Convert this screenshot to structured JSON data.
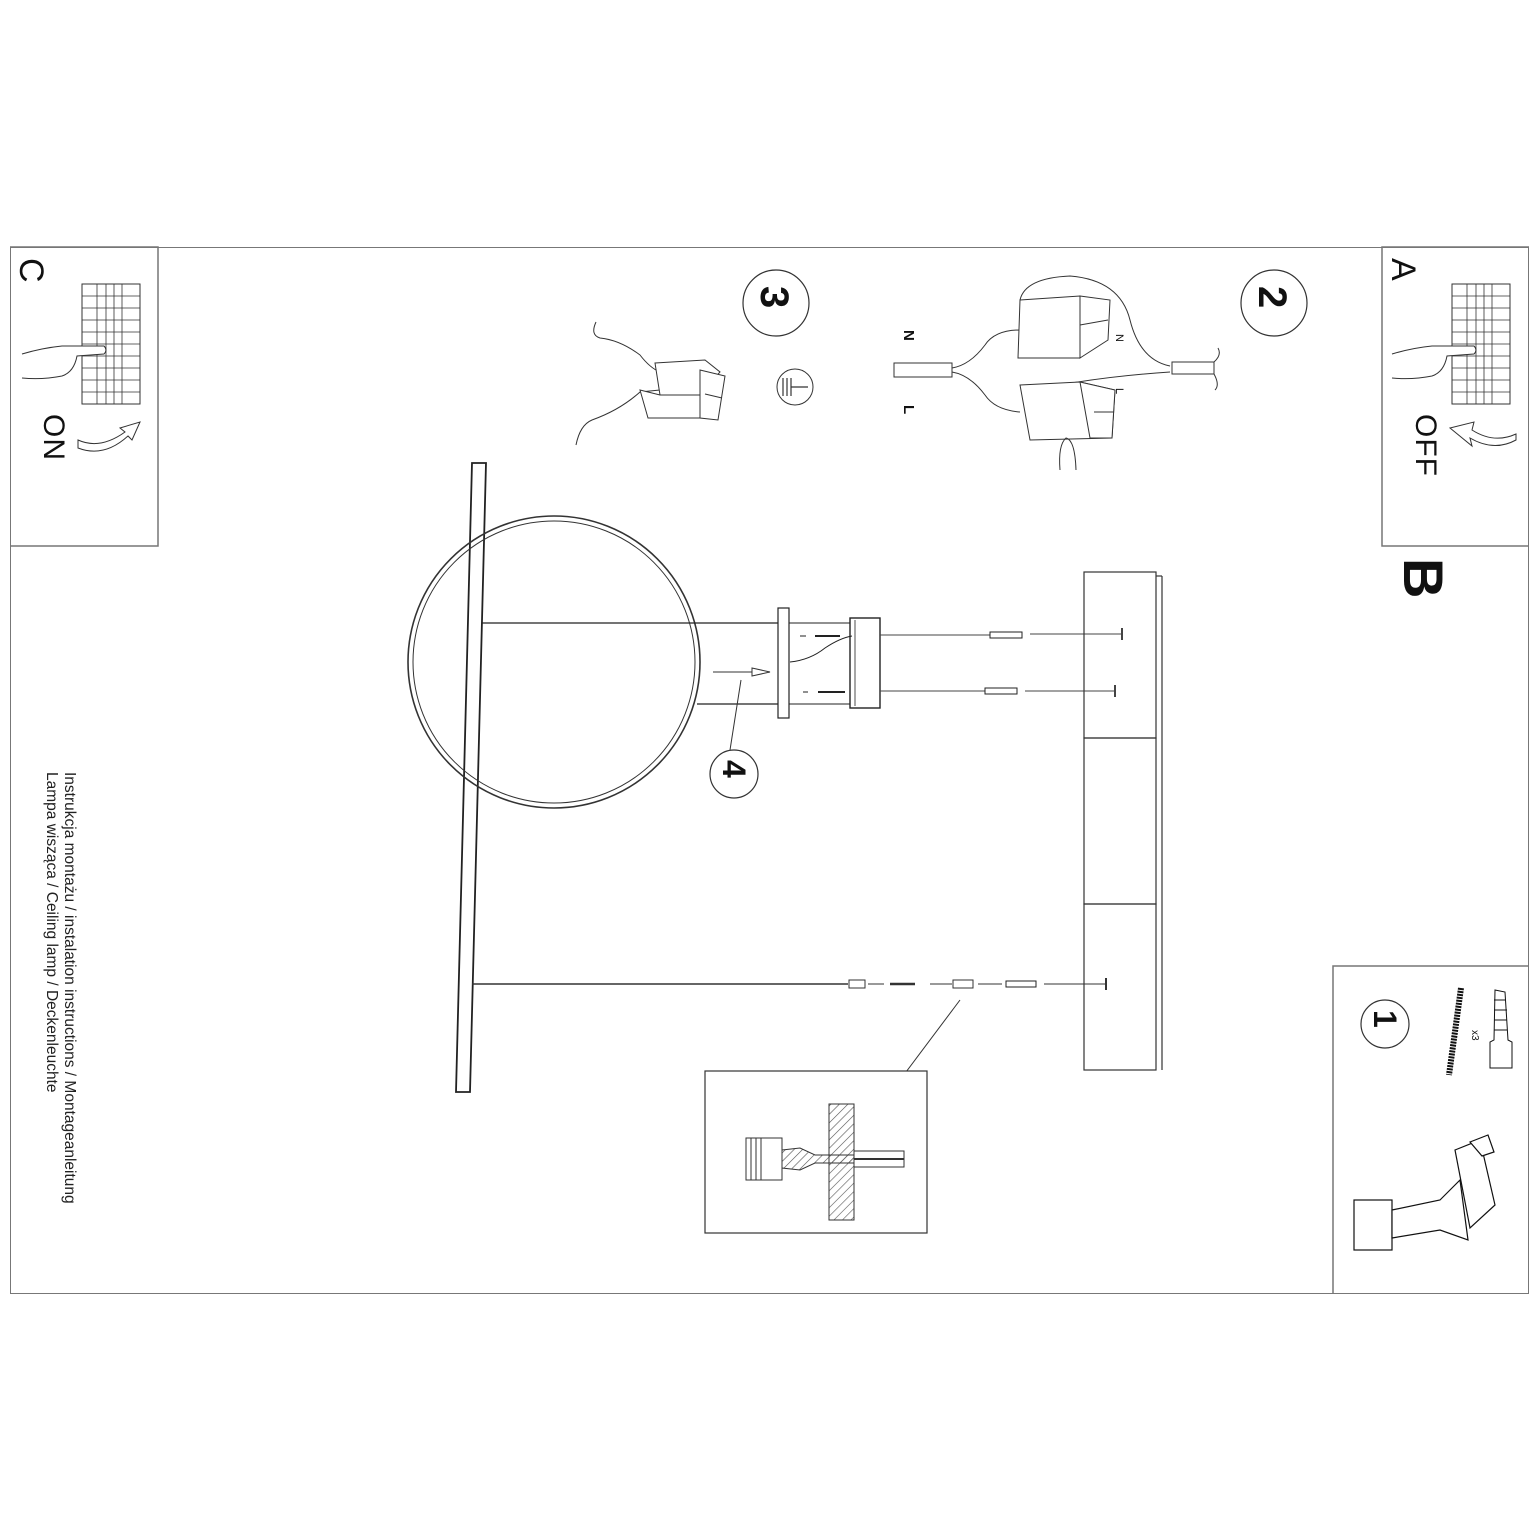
{
  "document": {
    "title_lines": [
      "Instrukcja montażu / instalation instructions / Montageanleitung",
      "Lampa wisząca / Ceiling lamp / Deckenleuchte"
    ]
  },
  "panels": {
    "A": {
      "letter": "A",
      "state": "OFF",
      "icon": "circuit-breaker-icon"
    },
    "B": {
      "letter": "B"
    },
    "C": {
      "letter": "C",
      "state": "ON",
      "icon": "circuit-breaker-icon"
    }
  },
  "steps": [
    {
      "number": "1",
      "label": "1",
      "quantity": "x3",
      "items": [
        "screw-icon",
        "wall-plug-icon",
        "drill-icon"
      ]
    },
    {
      "number": "2",
      "label": "2",
      "wire_labels": [
        "N",
        "L",
        "N",
        "L"
      ],
      "icon": "terminal-connector-icon"
    },
    {
      "number": "3",
      "label": "3",
      "icon": "ground-symbol-icon"
    },
    {
      "number": "4",
      "label": "4",
      "icon": "mounting-arrow-icon"
    }
  ],
  "colors": {
    "line": "#222222",
    "border": "#777777",
    "background": "#ffffff",
    "hatch": "#555555"
  }
}
